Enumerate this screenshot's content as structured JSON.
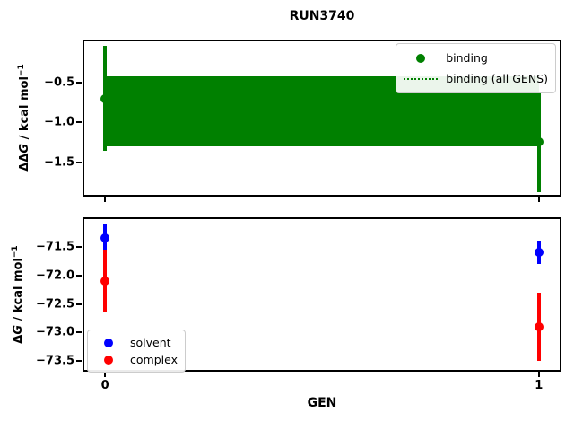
{
  "title": "RUN3740",
  "xlabel": "GEN",
  "colors": {
    "binding": "#008000",
    "solvent": "#0000ff",
    "complex": "#ff0000",
    "axis": "#000000",
    "legend_border": "#cccccc",
    "background": "#ffffff"
  },
  "chart_data": [
    {
      "type": "scatter",
      "panel": "top",
      "ylabel": "ΔΔG / kcal mol⁻¹",
      "ylabel_parts": {
        "prefix": "ΔΔ",
        "symbol": "G",
        "unit": " / kcal mol",
        "sup": "−1"
      },
      "xlim": [
        -0.05,
        1.05
      ],
      "ylim": [
        -1.92,
        0.03
      ],
      "grid": false,
      "yticks": [
        {
          "v": -0.5,
          "label": "−0.5"
        },
        {
          "v": -1.0,
          "label": "−1.0"
        },
        {
          "v": -1.5,
          "label": "−1.5"
        }
      ],
      "xticks": [
        {
          "v": 0,
          "label": ""
        },
        {
          "v": 1,
          "label": ""
        }
      ],
      "series": [
        {
          "name": "binding",
          "color": "#008000",
          "marker": "circle",
          "points": [
            {
              "x": 0,
              "y": -0.7,
              "err_hi": -0.04,
              "err_lo": -1.36
            },
            {
              "x": 1,
              "y": -1.24,
              "err_hi": -0.61,
              "err_lo": -1.87
            }
          ]
        }
      ],
      "band": {
        "name": "binding (all GENS)",
        "color": "#008000",
        "line_style": "dotted",
        "x_from": 0,
        "x_to": 1,
        "y_hi": -0.42,
        "y_lo": -1.3,
        "y_center": -0.86
      },
      "legend": {
        "position": "upper right",
        "items": [
          {
            "label": "binding",
            "marker": "dot",
            "color": "#008000"
          },
          {
            "label": "binding (all GENS)",
            "marker": "dotted-line",
            "color": "#008000"
          }
        ]
      }
    },
    {
      "type": "scatter",
      "panel": "bottom",
      "xlabel": "GEN",
      "ylabel": "ΔG / kcal mol⁻¹",
      "ylabel_parts": {
        "prefix": "Δ",
        "symbol": "G",
        "unit": " / kcal mol",
        "sup": "−1"
      },
      "xlim": [
        -0.05,
        1.05
      ],
      "ylim": [
        -73.67,
        -71.0
      ],
      "grid": false,
      "yticks": [
        {
          "v": -71.5,
          "label": "−71.5"
        },
        {
          "v": -72.0,
          "label": "−72.0"
        },
        {
          "v": -72.5,
          "label": "−72.5"
        },
        {
          "v": -73.0,
          "label": "−73.0"
        },
        {
          "v": -73.5,
          "label": "−73.5"
        }
      ],
      "xticks": [
        {
          "v": 0,
          "label": "0"
        },
        {
          "v": 1,
          "label": "1"
        }
      ],
      "series": [
        {
          "name": "solvent",
          "color": "#0000ff",
          "marker": "circle",
          "points": [
            {
              "x": 0,
              "y": -71.35,
              "err_hi": -71.1,
              "err_lo": -71.6
            },
            {
              "x": 1,
              "y": -71.6,
              "err_hi": -71.4,
              "err_lo": -71.8
            }
          ]
        },
        {
          "name": "complex",
          "color": "#ff0000",
          "marker": "circle",
          "points": [
            {
              "x": 0,
              "y": -72.1,
              "err_hi": -71.55,
              "err_lo": -72.65
            },
            {
              "x": 1,
              "y": -72.9,
              "err_hi": -72.3,
              "err_lo": -73.5
            }
          ]
        }
      ],
      "legend": {
        "position": "lower left",
        "items": [
          {
            "label": "solvent",
            "marker": "dot",
            "color": "#0000ff"
          },
          {
            "label": "complex",
            "marker": "dot",
            "color": "#ff0000"
          }
        ]
      }
    }
  ]
}
